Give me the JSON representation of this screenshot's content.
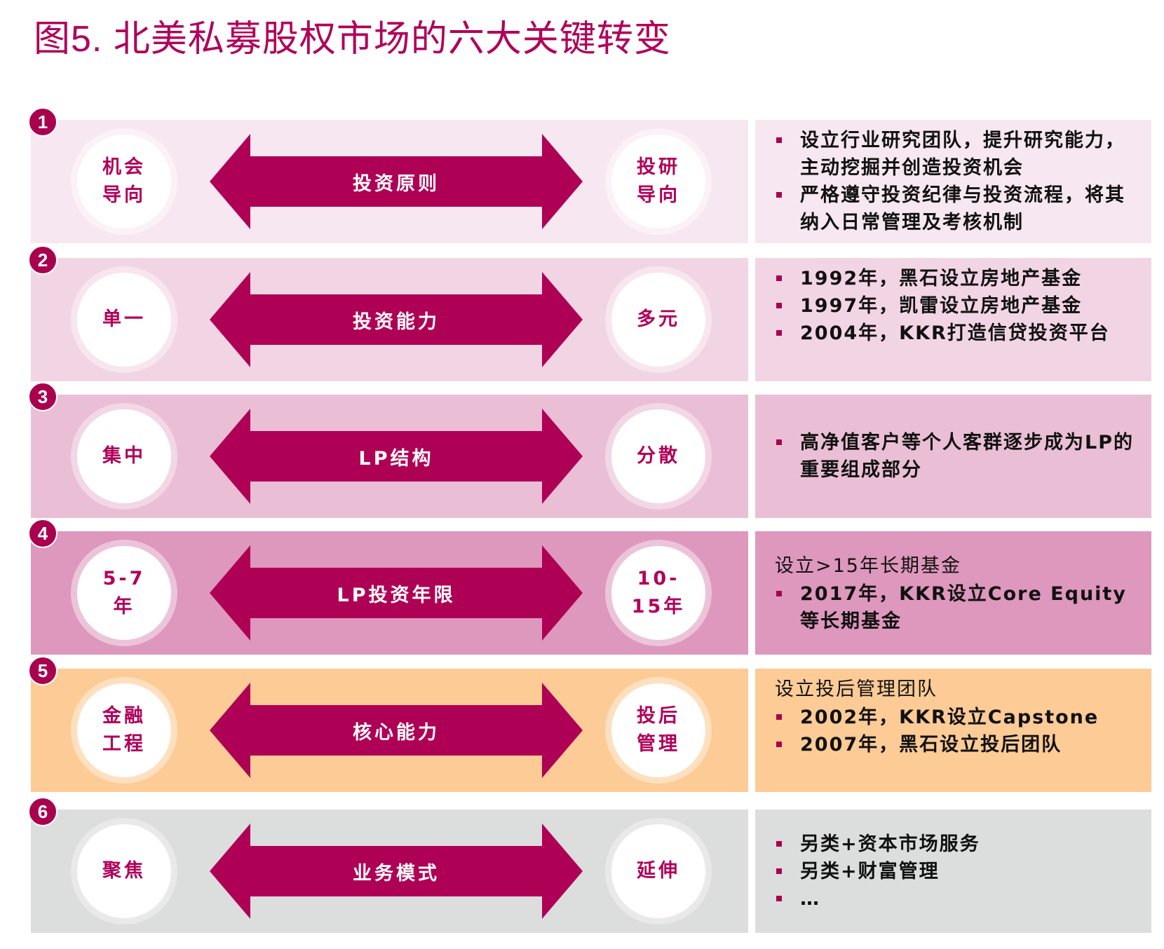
{
  "title": "图5. 北美私募股权市场的六大关键转变",
  "colors": {
    "accent": "#a8004f",
    "row_backgrounds": [
      "#f6e7f0",
      "#f2d5e4",
      "#eabfd5",
      "#de97bd",
      "#fdcb96",
      "#dcdddd"
    ],
    "ring_colors": [
      "#fbf1f6",
      "#f8e6ef",
      "#f2d7e6",
      "#ecc4da",
      "#fee0c0",
      "#e9e9ea"
    ]
  },
  "rows": [
    {
      "number": "1",
      "from": "机会导向",
      "arrow_label": "投资原则",
      "to": "投研导向",
      "heading": "",
      "bullets": [
        "设立行业研究团队，提升研究能力，主动挖掘并创造投资机会",
        "严格遵守投资纪律与投资流程，将其纳入日常管理及考核机制"
      ]
    },
    {
      "number": "2",
      "from": "单一",
      "arrow_label": "投资能力",
      "to": "多元",
      "heading": "",
      "bullets": [
        "1992年，黑石设立房地产基金",
        "1997年，凯雷设立房地产基金",
        "2004年，KKR打造信贷投资平台"
      ]
    },
    {
      "number": "3",
      "from": "集中",
      "arrow_label": "LP结构",
      "to": "分散",
      "heading": "",
      "bullets": [
        "高净值客户等个人客群逐步成为LP的重要组成部分"
      ]
    },
    {
      "number": "4",
      "from": "5-7年",
      "arrow_label": "LP投资年限",
      "to": "10-15年",
      "heading": "设立>15年长期基金",
      "bullets": [
        "2017年，KKR设立Core Equity等长期基金"
      ]
    },
    {
      "number": "5",
      "from": "金融工程",
      "arrow_label": "核心能力",
      "to": "投后管理",
      "heading": "设立投后管理团队",
      "bullets": [
        "2002年，KKR设立Capstone",
        "2007年，黑石设立投后团队"
      ]
    },
    {
      "number": "6",
      "from": "聚焦",
      "arrow_label": "业务模式",
      "to": "延伸",
      "heading": "",
      "bullets": [
        "另类+资本市场服务",
        "另类+财富管理",
        "…"
      ]
    }
  ]
}
